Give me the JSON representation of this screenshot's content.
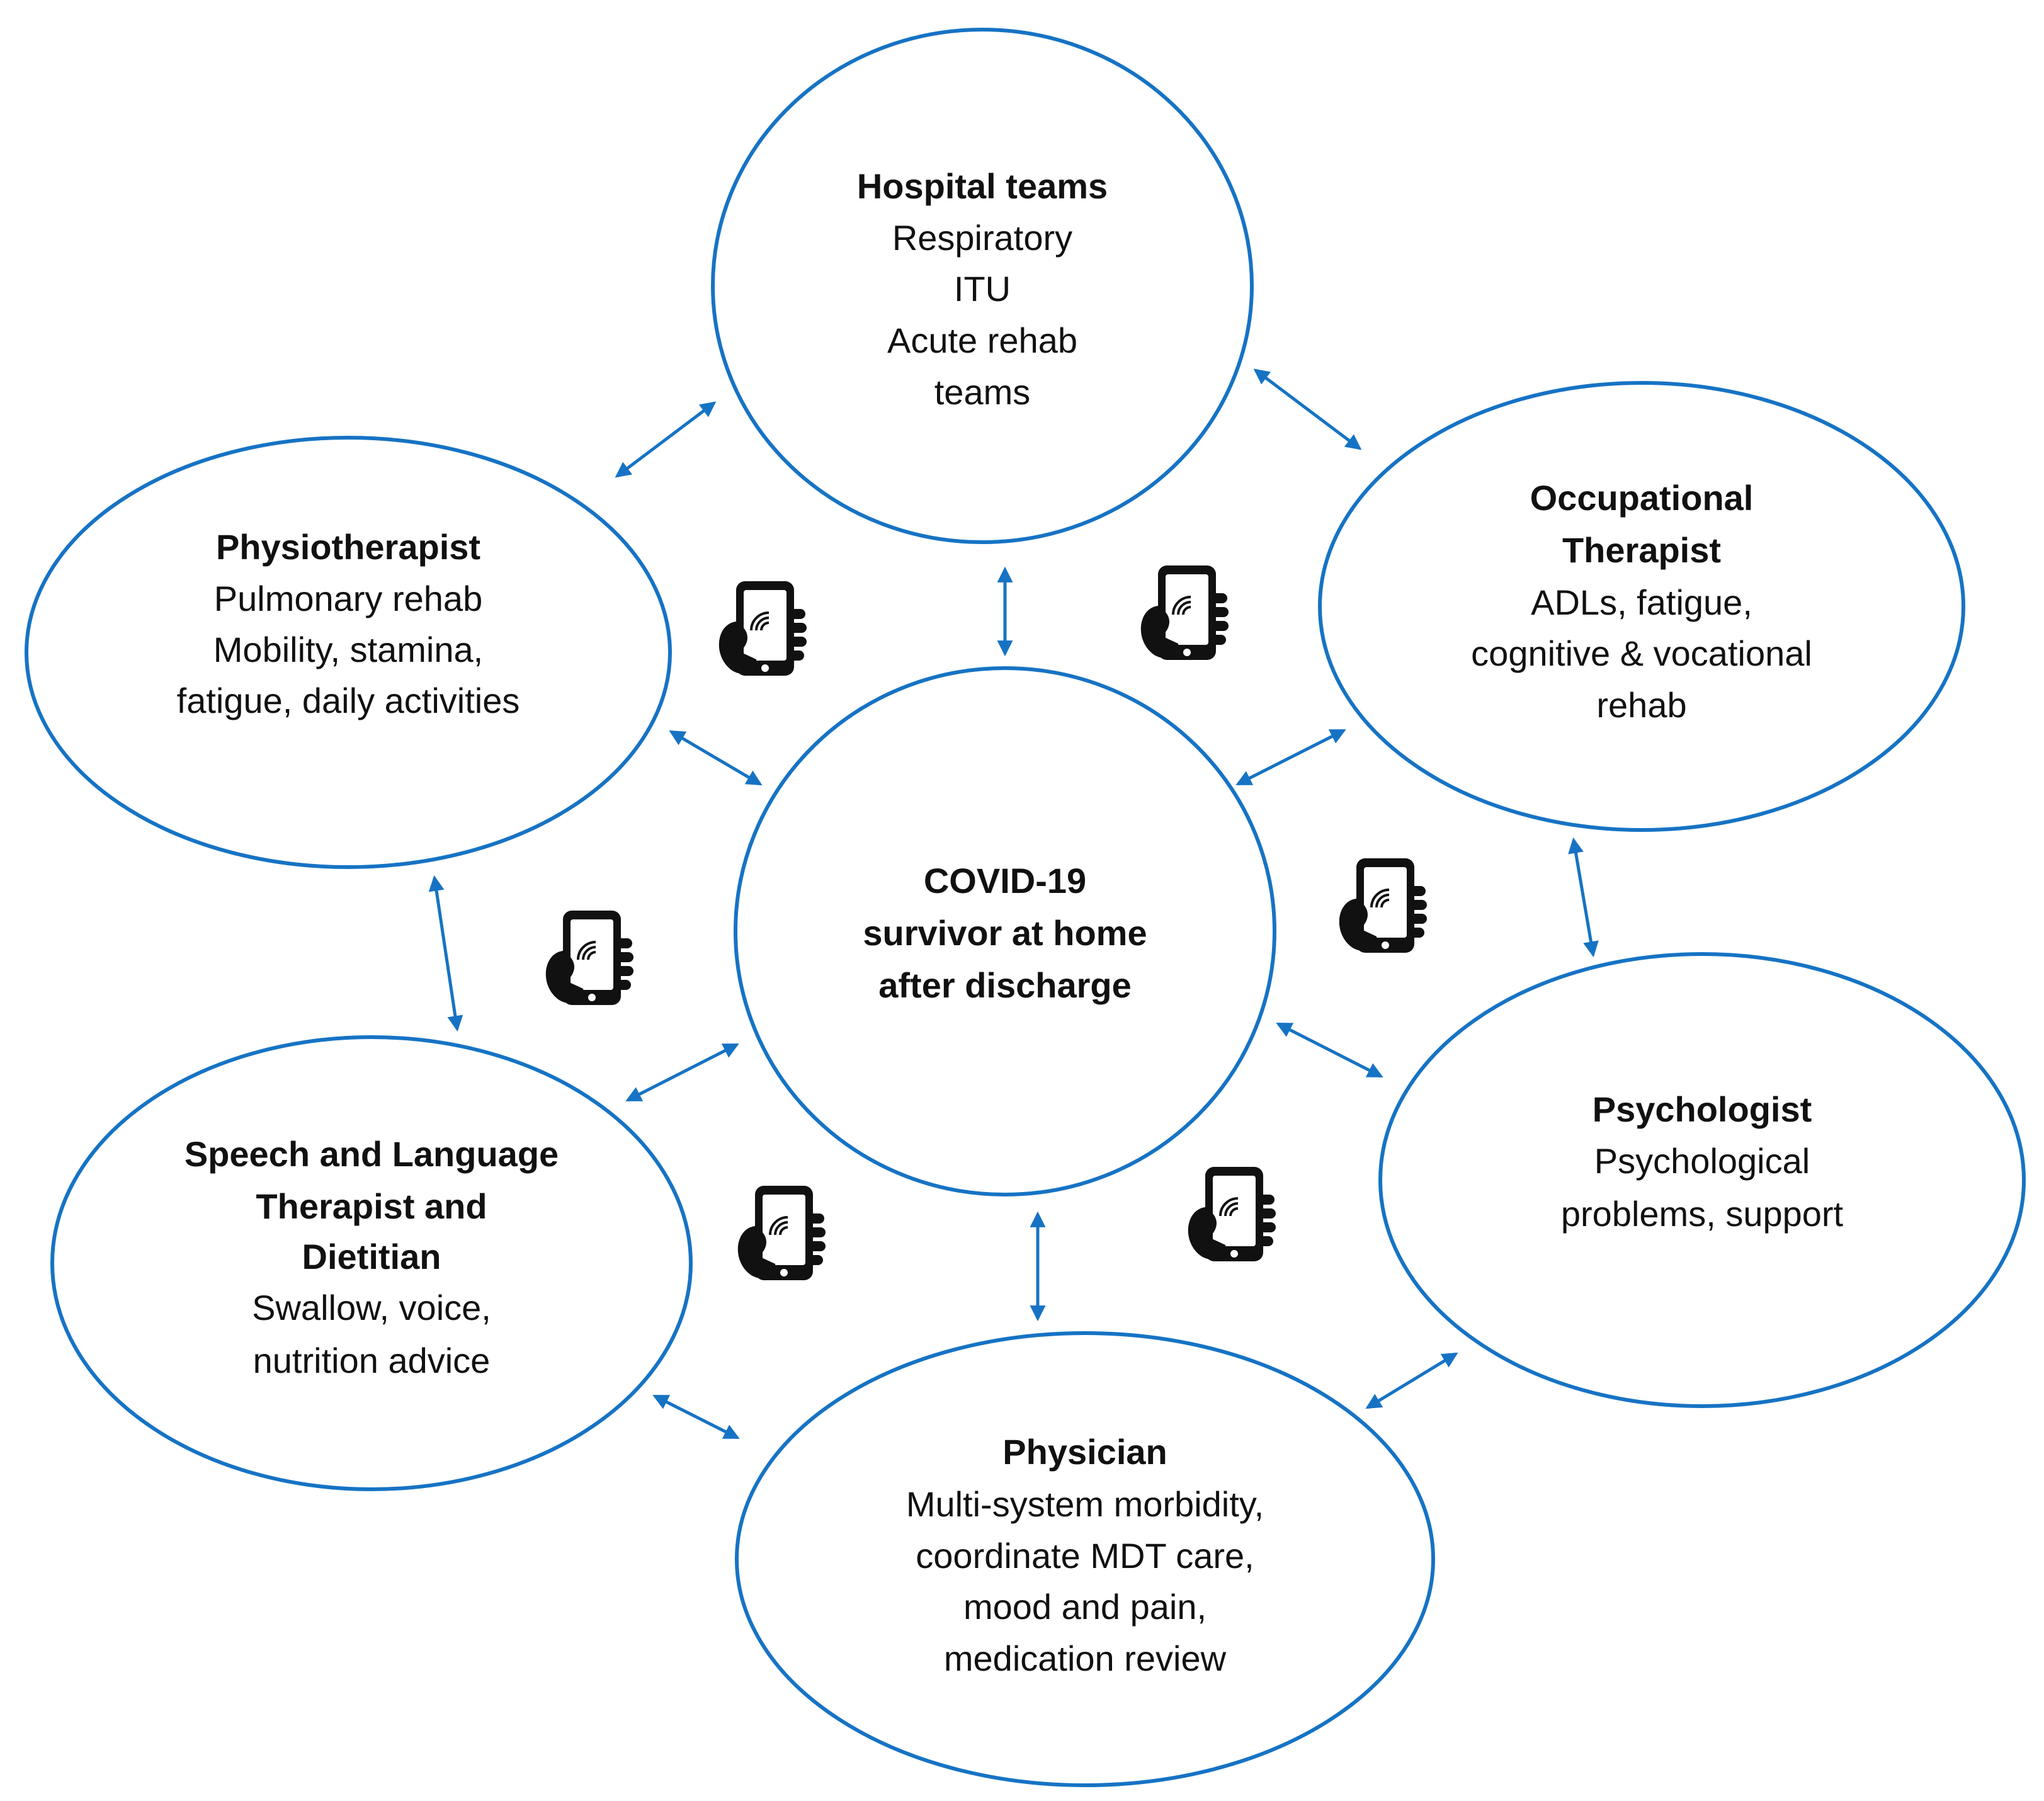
{
  "colors": {
    "outline": "#1673c4",
    "arrow": "#1673c4",
    "icon": "#111111"
  },
  "center": {
    "lines": [
      "COVID-19",
      "survivor at home",
      "after discharge"
    ]
  },
  "nodes": [
    {
      "id": "hospital",
      "title_lines": [
        "Hospital teams"
      ],
      "body_lines": [
        "Respiratory",
        "ITU",
        "Acute rehab",
        "teams"
      ]
    },
    {
      "id": "occupational",
      "title_lines": [
        "Occupational",
        "Therapist"
      ],
      "body_lines": [
        "ADLs, fatigue,",
        "cognitive & vocational",
        "rehab"
      ]
    },
    {
      "id": "psychologist",
      "title_lines": [
        "Psychologist"
      ],
      "body_lines": [
        "Psychological",
        "problems, support"
      ]
    },
    {
      "id": "physician",
      "title_lines": [
        "Physician"
      ],
      "body_lines": [
        "Multi-system morbidity,",
        "coordinate MDT care,",
        "mood and pain,",
        "medication review"
      ]
    },
    {
      "id": "speech",
      "title_lines": [
        "Speech and Language",
        "Therapist and",
        "Dietitian"
      ],
      "body_lines": [
        "Swallow, voice,",
        "nutrition advice"
      ]
    },
    {
      "id": "physio",
      "title_lines": [
        "Physiotherapist"
      ],
      "body_lines": [
        "Pulmonary rehab",
        "Mobility, stamina,",
        "fatigue, daily activities"
      ]
    }
  ],
  "icons": [
    {
      "name": "smartphone-icon"
    }
  ]
}
